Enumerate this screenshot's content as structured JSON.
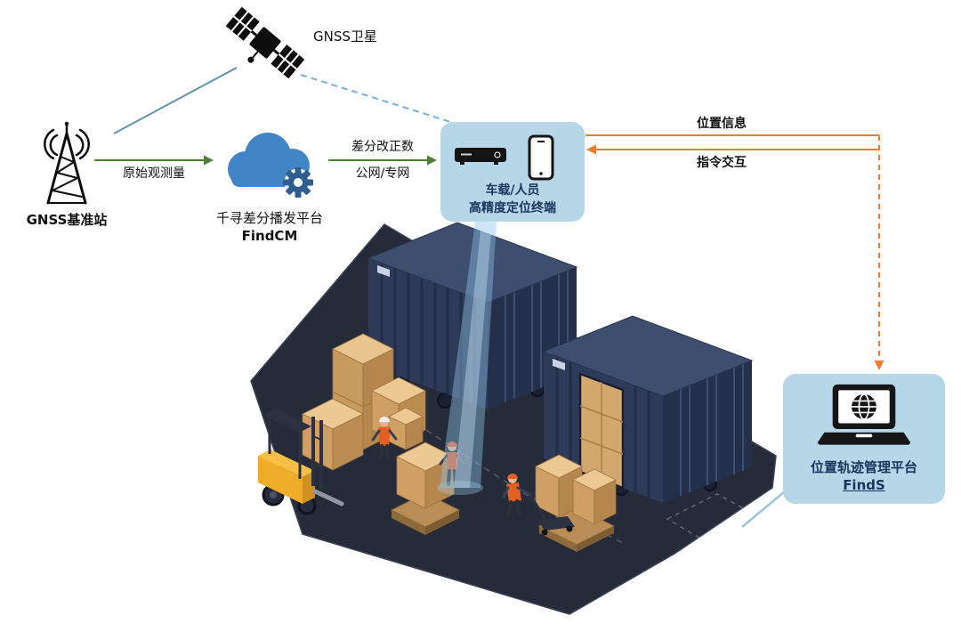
{
  "nodes": {
    "satellite": {
      "label": "GNSS卫星"
    },
    "base_station": {
      "label": "GNSS基准站"
    },
    "cloud_platform": {
      "label": "千寻差分播发平台",
      "sublabel": "FindCM"
    },
    "terminal": {
      "line1": "车载/人员",
      "line2": "高精度定位终端"
    },
    "management": {
      "line1": "位置轨迹管理平台",
      "line2": "FindS"
    }
  },
  "edges": {
    "raw_observation": "原始观测量",
    "diff_correction": "差分改正数",
    "network": "公网/专网",
    "position_info": "位置信息",
    "command_interaction": "指令交互"
  },
  "icons": {
    "satellite": "satellite-icon",
    "base_station": "radio-tower-icon",
    "cloud": "cloud-gear-icon",
    "terminal_device": "vehicle-terminal-icon",
    "terminal_phone": "smartphone-icon",
    "management": "laptop-globe-icon"
  },
  "colors": {
    "green_arrow": "#4e7d35",
    "orange_arrow": "#ed7d31",
    "blue_dashed_line": "#77aed6",
    "teal_line": "#6293ac",
    "callout_bg": "#b5d7e8",
    "label_navy": "#17365d",
    "cloud_blue": "#4285c6",
    "beam_blue": "#8fc3e9",
    "container_navy": "#2d3b58",
    "ground_dark": "#252b39",
    "crate_tan": "#cf9f63",
    "forklift_yellow": "#efac28",
    "vest_orange": "#e55f25"
  }
}
